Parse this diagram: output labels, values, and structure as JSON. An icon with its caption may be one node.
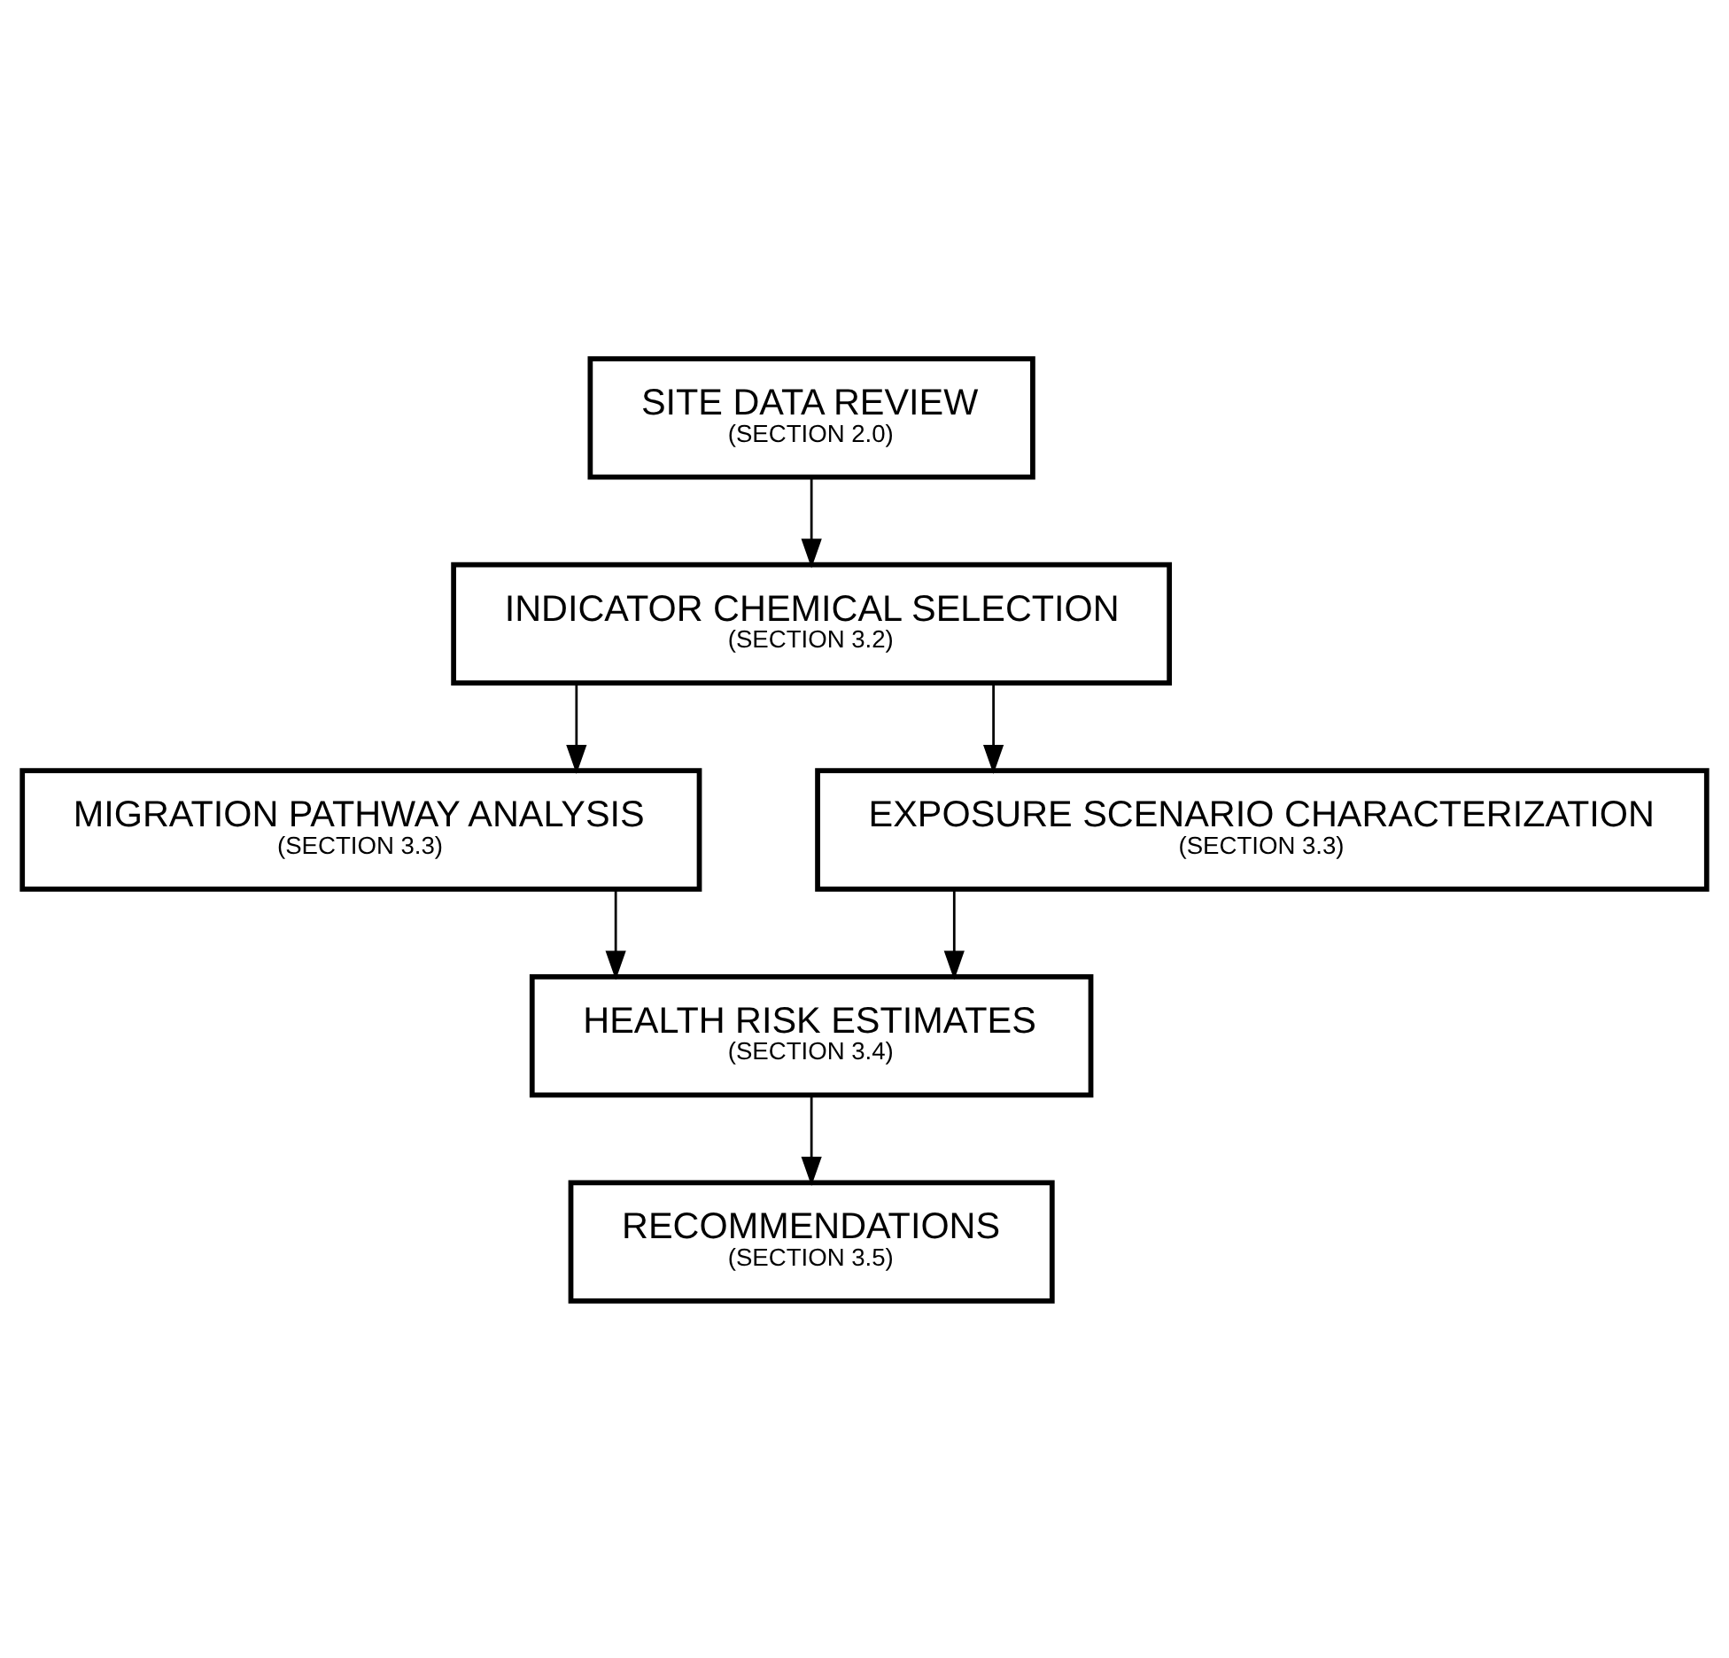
{
  "diagram": {
    "nodes": [
      {
        "text": [
          "SITE DATA REVIEW",
          "(SECTION 2.0)"
        ]
      },
      {
        "text": [
          "INDICATOR CHEMICAL SELECTION",
          "(SECTION 3.2)"
        ]
      },
      {
        "text": [
          "MIGRATION PATHWAY ANALYSIS",
          "(SECTION 3.3)"
        ]
      },
      {
        "text": [
          "EXPOSURE SCENARIO CHARACTERIZATION",
          "(SECTION 3.3)"
        ]
      },
      {
        "text": [
          "HEALTH RISK ESTIMATES",
          "(SECTION 3.4)"
        ]
      },
      {
        "text": [
          "RECOMMENDATIONS",
          "(SECTION 3.5)"
        ]
      }
    ],
    "edges": [
      {
        "from": 0,
        "to": 1,
        "arrow": "to"
      },
      {
        "from": 1,
        "to": 2,
        "arrow": "to"
      },
      {
        "from": 1,
        "to": 3,
        "arrow": "to"
      },
      {
        "from": 2,
        "to": 4,
        "arrow": "to"
      },
      {
        "from": 3,
        "to": 4,
        "arrow": "to"
      },
      {
        "from": 4,
        "to": 5,
        "arrow": "to"
      }
    ]
  }
}
